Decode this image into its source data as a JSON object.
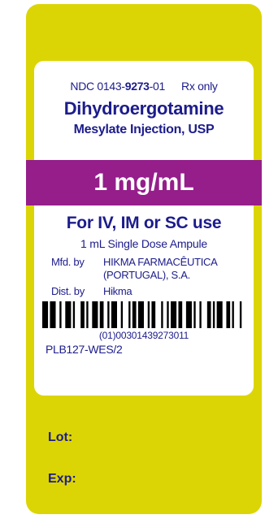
{
  "label": {
    "ndc_prefix": "NDC 0143-",
    "ndc_bold": "9273",
    "ndc_suffix": "-01",
    "rx_only": "Rx only",
    "drug_name": "Dihydroergotamine",
    "drug_subtitle": "Mesylate Injection, USP",
    "strength": "1 mg/mL",
    "route": "For IV, IM or SC use",
    "volume": "1 mL Single Dose Ampule",
    "mfd_label": "Mfd. by",
    "mfd_value": "HIKMA FARMACÊUTICA\n(PORTUGAL), S.A.",
    "dist_label": "Dist. by",
    "dist_value": "Hikma",
    "barcode_number": "(01)00301439273011",
    "product_code": "PLB127-WES/2",
    "lot_label": "Lot:",
    "exp_label": "Exp:"
  },
  "colors": {
    "background_yellow": "#dcd505",
    "band_purple": "#951e8b",
    "text_navy": "#1c1c8c"
  }
}
